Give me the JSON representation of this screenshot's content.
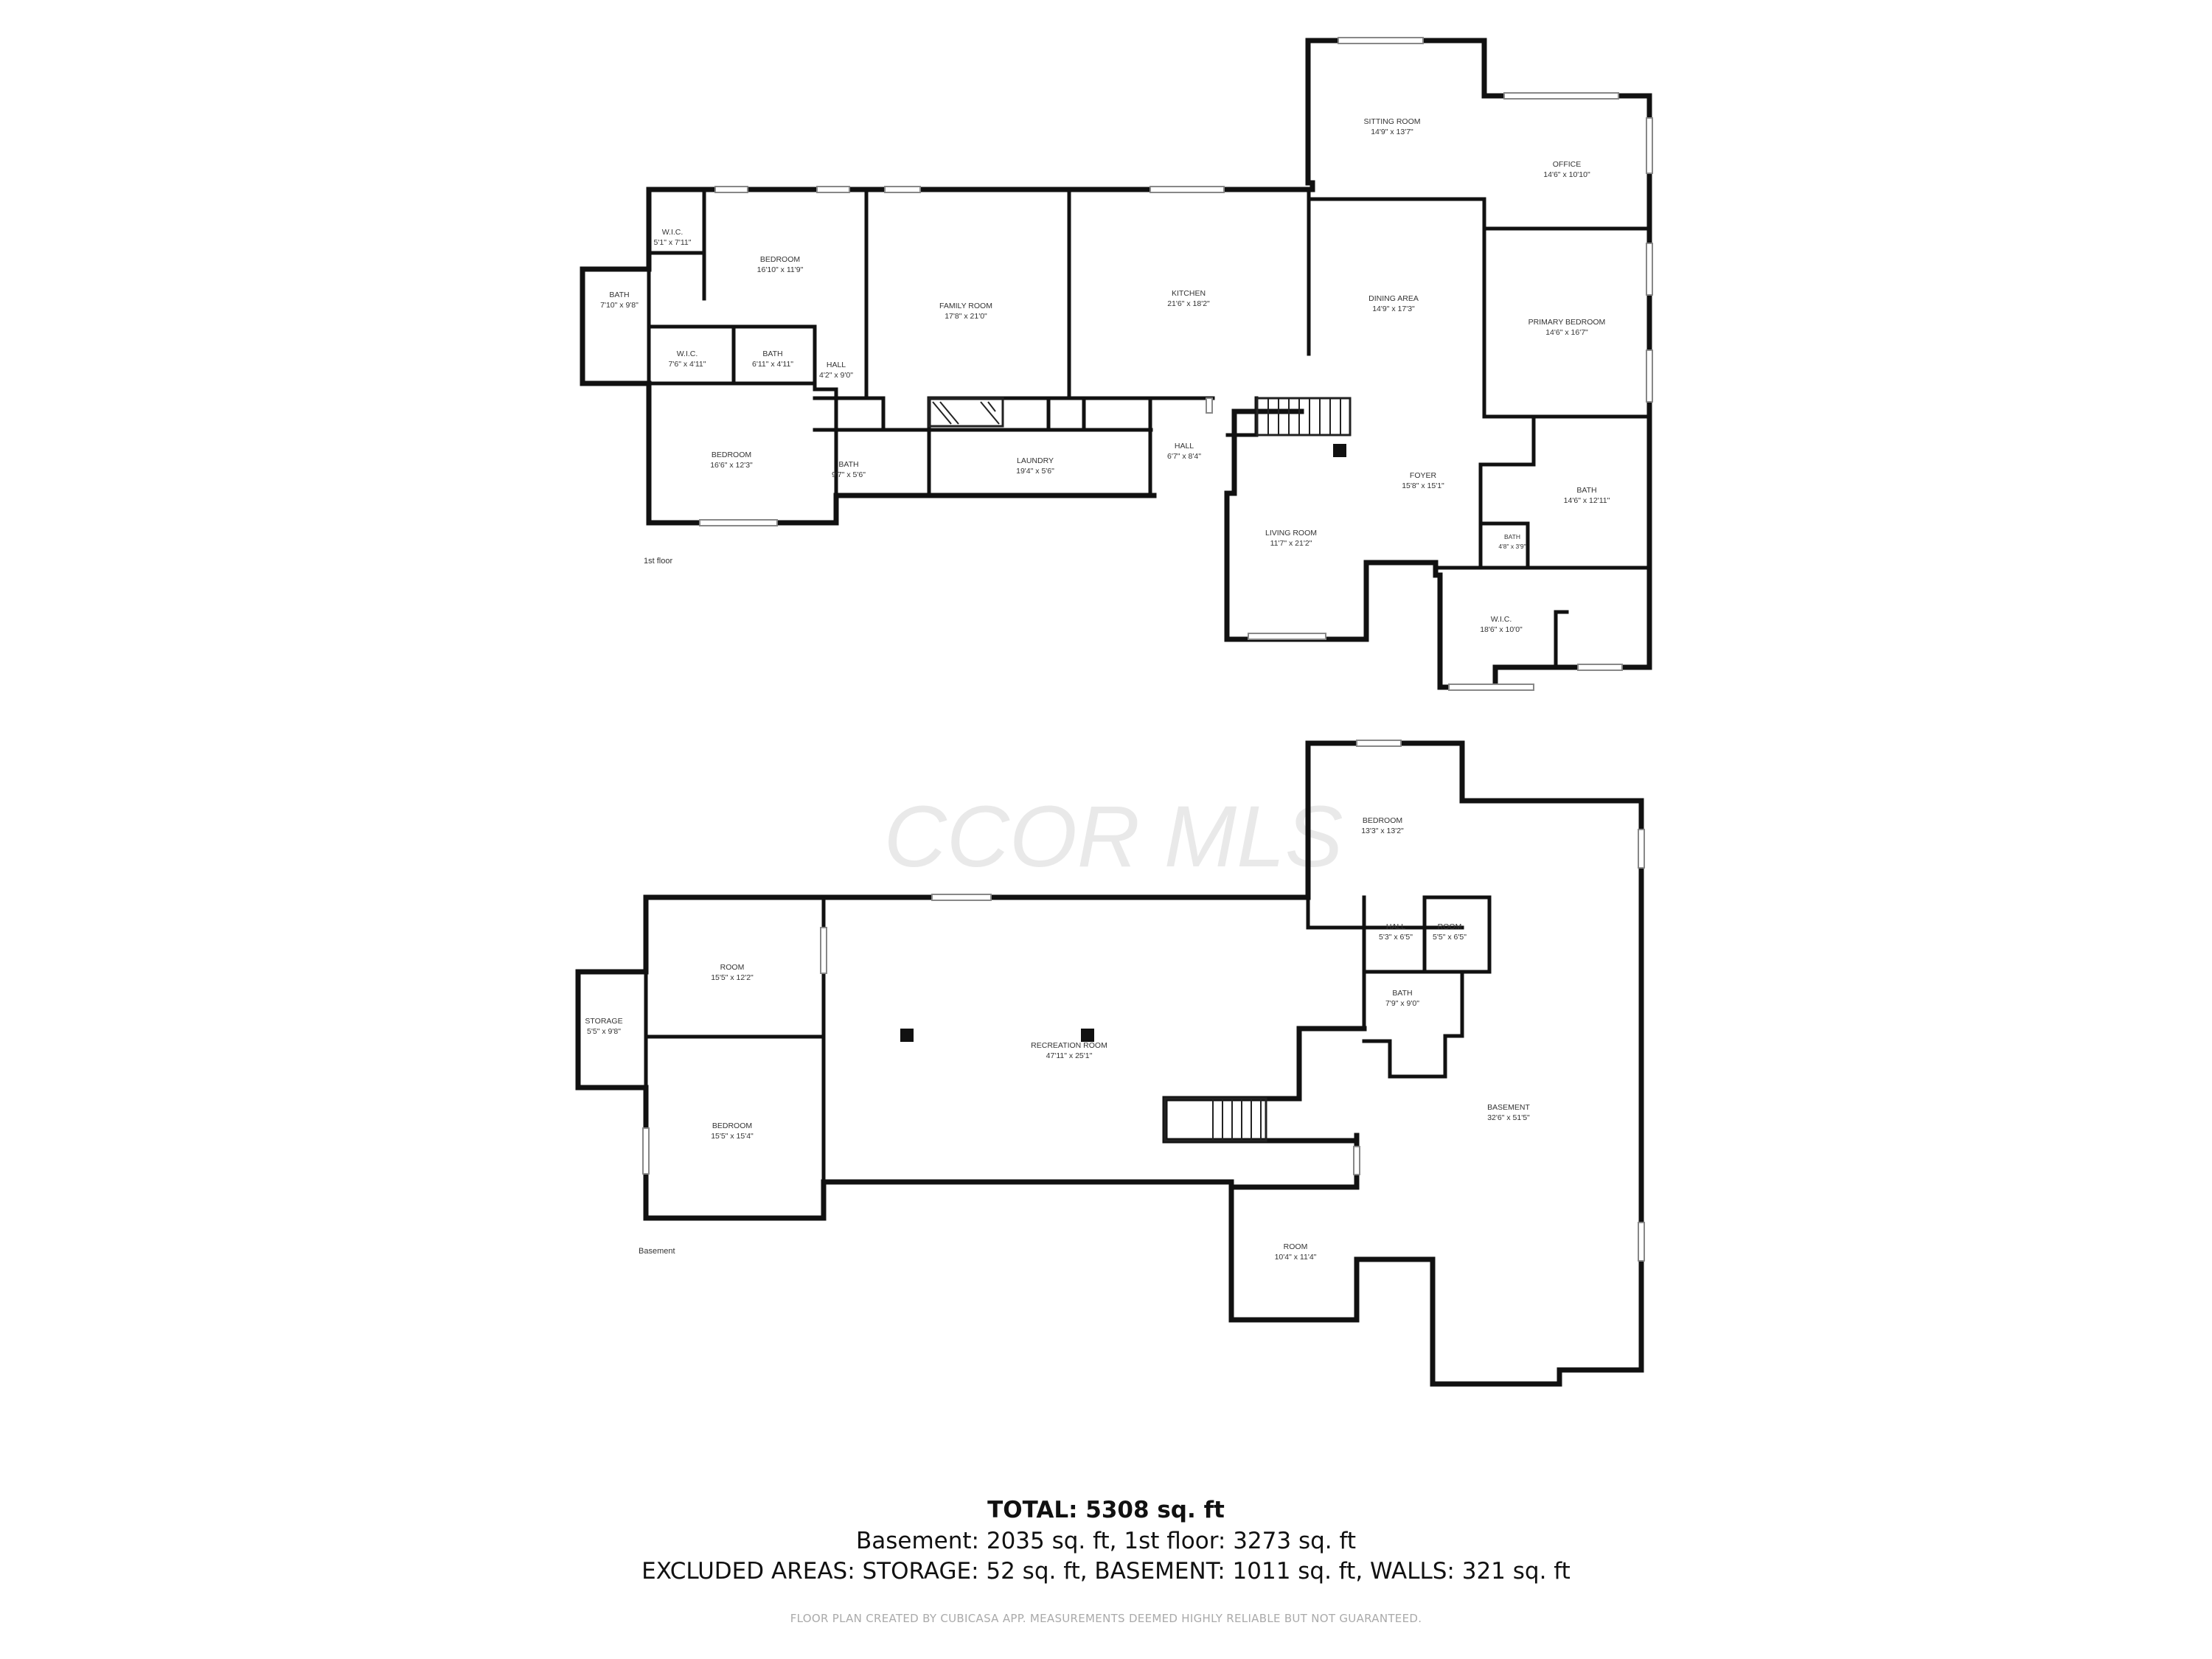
{
  "watermark": "CCOR MLS",
  "floors": [
    {
      "label": "1st floor",
      "rooms": [
        {
          "name": "W.I.C.",
          "dims": "5'1\" x 7'11\""
        },
        {
          "name": "BEDROOM",
          "dims": "16'10\" x 11'9\""
        },
        {
          "name": "BATH",
          "dims": "7'10\" x 9'8\""
        },
        {
          "name": "W.I.C.",
          "dims": "7'6\" x 4'11\""
        },
        {
          "name": "BATH",
          "dims": "6'11\" x 4'11\""
        },
        {
          "name": "HALL",
          "dims": "4'2\" x 9'0\""
        },
        {
          "name": "FAMILY ROOM",
          "dims": "17'8\" x 21'0\""
        },
        {
          "name": "KITCHEN",
          "dims": "21'6\" x 18'2\""
        },
        {
          "name": "SITTING ROOM",
          "dims": "14'9\" x 13'7\""
        },
        {
          "name": "OFFICE",
          "dims": "14'6\" x 10'10\""
        },
        {
          "name": "DINING AREA",
          "dims": "14'9\" x 17'3\""
        },
        {
          "name": "PRIMARY BEDROOM",
          "dims": "14'6\" x 16'7\""
        },
        {
          "name": "BEDROOM",
          "dims": "16'6\" x 12'3\""
        },
        {
          "name": "BATH",
          "dims": "9'7\" x 5'6\""
        },
        {
          "name": "LAUNDRY",
          "dims": "19'4\" x 5'6\""
        },
        {
          "name": "HALL",
          "dims": "6'7\" x 8'4\""
        },
        {
          "name": "FOYER",
          "dims": "15'8\" x 15'1\""
        },
        {
          "name": "BATH",
          "dims": "14'6\" x 12'11\""
        },
        {
          "name": "BATH",
          "dims": "4'8\" x 3'9\""
        },
        {
          "name": "LIVING ROOM",
          "dims": "11'7\" x 21'2\""
        },
        {
          "name": "W.I.C.",
          "dims": "18'6\" x 10'0\""
        }
      ]
    },
    {
      "label": "Basement",
      "rooms": [
        {
          "name": "BEDROOM",
          "dims": "13'3\" x 13'2\""
        },
        {
          "name": "ROOM",
          "dims": "15'5\" x 12'2\""
        },
        {
          "name": "HALL",
          "dims": "5'3\" x 6'5\""
        },
        {
          "name": "ROOM",
          "dims": "5'5\" x 6'5\""
        },
        {
          "name": "STORAGE",
          "dims": "5'5\" x 9'8\""
        },
        {
          "name": "RECREATION ROOM",
          "dims": "47'11\" x 25'1\""
        },
        {
          "name": "BATH",
          "dims": "7'9\" x 9'0\""
        },
        {
          "name": "BASEMENT",
          "dims": "32'6\" x 51'5\""
        },
        {
          "name": "BEDROOM",
          "dims": "15'5\" x 15'4\""
        },
        {
          "name": "ROOM",
          "dims": "10'4\" x 11'4\""
        }
      ]
    }
  ],
  "summary": {
    "total": "TOTAL: 5308 sq. ft",
    "areas": "Basement: 2035 sq. ft, 1st floor: 3273 sq. ft",
    "excluded": "EXCLUDED AREAS: STORAGE: 52 sq. ft, BASEMENT: 1011 sq. ft, WALLS: 321 sq. ft",
    "disclaimer": "FLOOR PLAN CREATED BY CUBICASA APP. MEASUREMENTS DEEMED HIGHLY RELIABLE BUT NOT GUARANTEED."
  }
}
